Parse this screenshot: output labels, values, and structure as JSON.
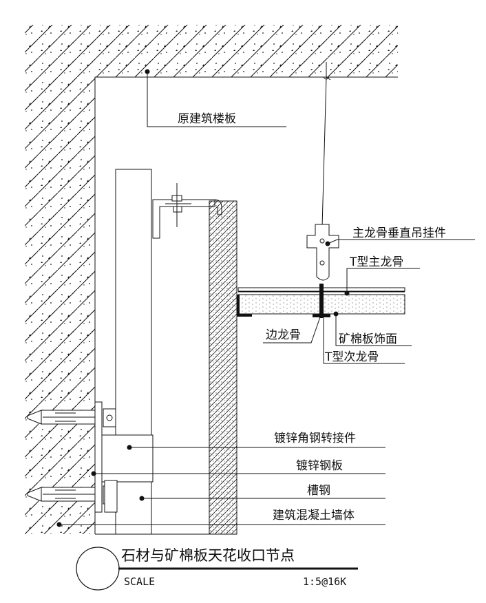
{
  "labels": {
    "floor_slab": "原建筑楼板",
    "hanger": "主龙骨垂直吊挂件",
    "t_main": "T型主龙骨",
    "edge_keel": "边龙骨",
    "mineral_panel": "矿棉板饰面",
    "t_secondary": "T型次龙骨",
    "angle_connector": "镀锌角钢转接件",
    "steel_plate": "镀锌钢板",
    "channel": "槽钢",
    "wall": "建筑混凝土墙体"
  },
  "title": {
    "main": "石材与矿棉板天花收口节点",
    "scale_label": "SCALE",
    "scale_value": "1:5@16K"
  }
}
